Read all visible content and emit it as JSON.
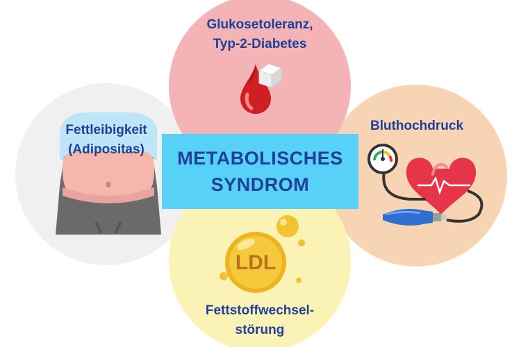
{
  "center": {
    "line1": "METABOLISCHES",
    "line2": "SYNDROM"
  },
  "factors": {
    "top": {
      "line1": "Glukosetoleranz,",
      "line2": "Typ-2-Diabetes",
      "icon": "blood-drop-sugar-cube-icon"
    },
    "left": {
      "line1": "Fettleibigkeit",
      "line2": "(Adipositas)",
      "icon": "belly-icon"
    },
    "right": {
      "line1": "Bluthochdruck",
      "icon": "heart-blood-pressure-cuff-icon"
    },
    "bottom": {
      "line1": "Fettstoffwechsel-",
      "line2": "störung",
      "icon": "ldl-bubble-icon",
      "badge": "LDL"
    }
  },
  "colors": {
    "label_text": "#1f3f99",
    "center_box": "#57d1f7",
    "top_circle": "#f4b3b4",
    "left_circle": "#f0f0f0",
    "right_circle": "#f7d4b4",
    "bottom_circle": "#fbf2b6"
  }
}
